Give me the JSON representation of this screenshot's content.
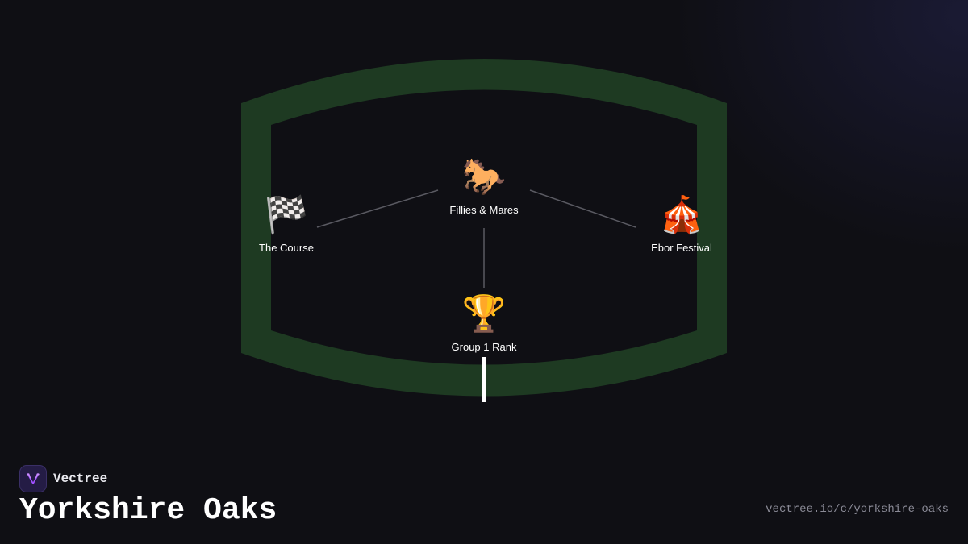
{
  "nodes": {
    "center": {
      "icon": "horse-icon",
      "glyph": "🐎",
      "label": "Fillies & Mares"
    },
    "left": {
      "icon": "checkered-flag-icon",
      "glyph": "🏁",
      "label": "The Course"
    },
    "right": {
      "icon": "circus-tent-icon",
      "glyph": "🎪",
      "label": "Ebor Festival"
    },
    "bottom": {
      "icon": "trophy-icon",
      "glyph": "🏆",
      "label": "Group 1 Rank"
    }
  },
  "brand": {
    "name": "Vectree",
    "title": "Yorkshire Oaks",
    "url": "vectree.io/c/yorkshire-oaks"
  },
  "colors": {
    "background": "#0f0f14",
    "track": "#1e3a22",
    "connector": "#5a5a62",
    "finish_post": "#ffffff",
    "logo_accent": "#a050ff"
  }
}
